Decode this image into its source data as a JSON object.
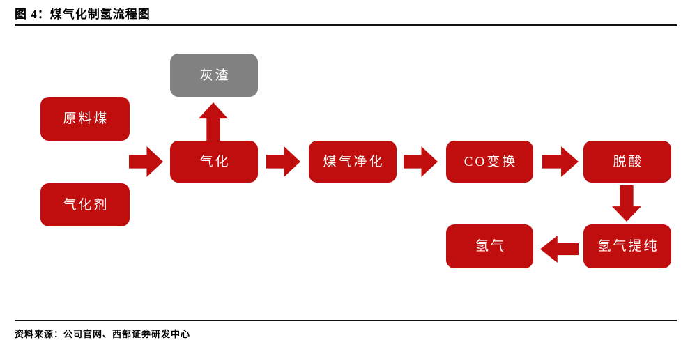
{
  "figure": {
    "title": "图 4：煤气化制氢流程图",
    "source": "资料来源：公司官网、西部证券研发中心"
  },
  "colors": {
    "node_red": "#C00D0D",
    "node_gray": "#818181",
    "node_text": "#FFFFFF",
    "divider": "#111111",
    "title_text": "#000000"
  },
  "flowchart": {
    "nodes": [
      {
        "id": "raw-coal",
        "label": "原料煤",
        "style": "red"
      },
      {
        "id": "gasifying-agent",
        "label": "气化剂",
        "style": "red"
      },
      {
        "id": "ash-residue",
        "label": "灰渣",
        "style": "gray"
      },
      {
        "id": "gasification",
        "label": "气化",
        "style": "red"
      },
      {
        "id": "gas-purification",
        "label": "煤气净化",
        "style": "red"
      },
      {
        "id": "co-shift",
        "label": "CO变换",
        "style": "red"
      },
      {
        "id": "deacidification",
        "label": "脱酸",
        "style": "red"
      },
      {
        "id": "hydrogen-purification",
        "label": "氢气提纯",
        "style": "red"
      },
      {
        "id": "hydrogen",
        "label": "氢气",
        "style": "red"
      }
    ],
    "edges": [
      {
        "from": "raw-coal & gasifying-agent",
        "to": "gasification",
        "direction": "right"
      },
      {
        "from": "gasification",
        "to": "ash-residue",
        "direction": "up"
      },
      {
        "from": "gasification",
        "to": "gas-purification",
        "direction": "right"
      },
      {
        "from": "gas-purification",
        "to": "co-shift",
        "direction": "right"
      },
      {
        "from": "co-shift",
        "to": "deacidification",
        "direction": "right"
      },
      {
        "from": "deacidification",
        "to": "hydrogen-purification",
        "direction": "down"
      },
      {
        "from": "hydrogen-purification",
        "to": "hydrogen",
        "direction": "left"
      }
    ]
  }
}
